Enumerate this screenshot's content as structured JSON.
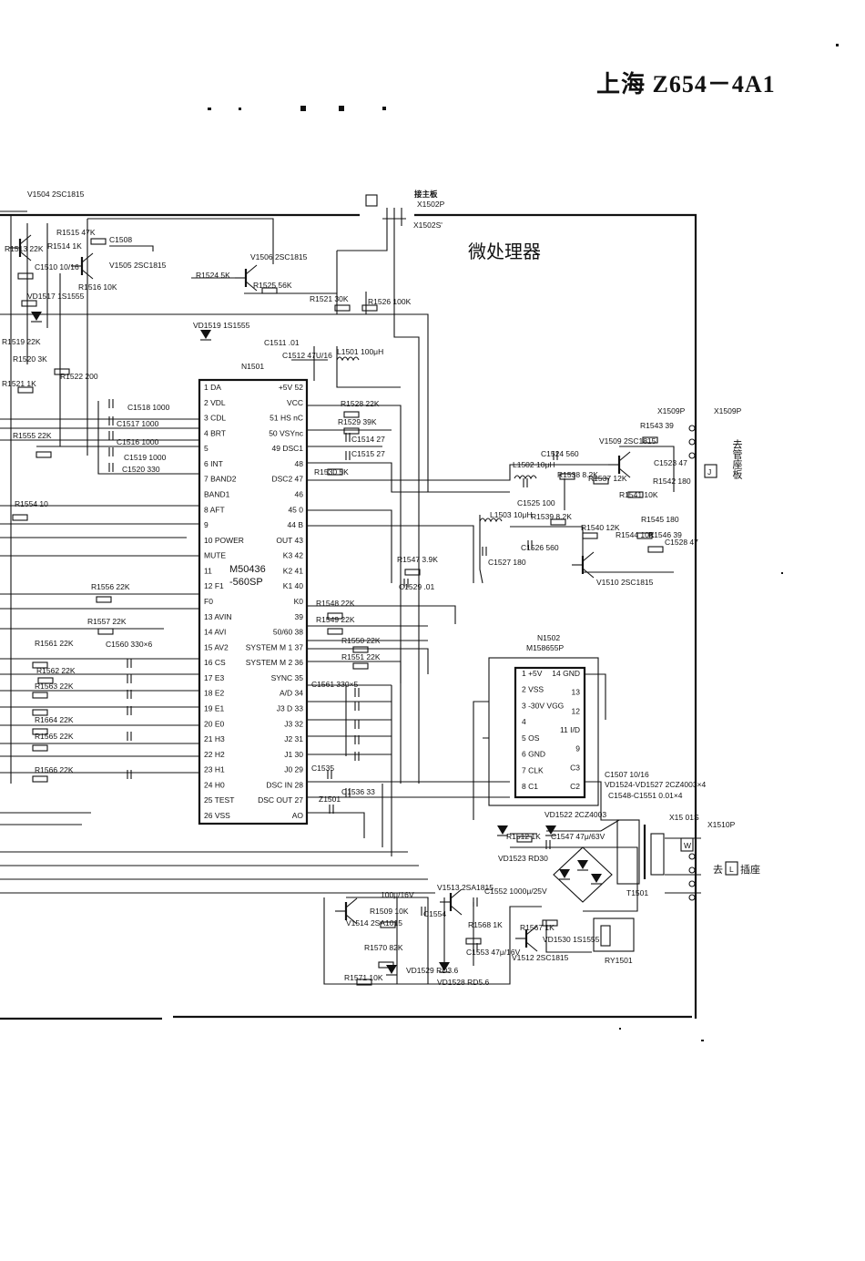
{
  "header": {
    "title": "上海 Z654－4A1"
  },
  "section_title": "微处理器",
  "labels": {
    "to_main_board": "接主板",
    "x1502p": "X1502P",
    "x1502s": "X1502S'",
    "to_crt_board": "去管座板",
    "to_plug": "去",
    "plug_suffix": "插座",
    "x1509p_a": "X1509P",
    "x1509p_b": "X1509P",
    "x1510p": "X1510P",
    "x1501s": "X15 01S"
  },
  "ic_main": {
    "name": "M50436",
    "suffix": "-560SP",
    "left_pins": [
      "1 DA",
      "2 VDL",
      "3 CDL",
      "4 BRT",
      "5",
      "6 INT",
      "7 BAND2",
      "BAND1",
      "8 AFT",
      "9",
      "10 POWER",
      "MUTE",
      "11",
      "12 F1",
      "F0",
      "13 AVIN",
      "14 AVI",
      "15 AV2",
      "16 CS",
      "17 E3",
      "18 E2",
      "19 E1",
      "20 E0",
      "21 H3",
      "22 H2",
      "23 H1",
      "24 H0",
      "25 TEST",
      "26 VSS"
    ],
    "right_pins": [
      "+5V 52",
      "VCC",
      "51 HS nC",
      "50 VSYnc",
      "49 DSC1",
      "48",
      "DSC2 47",
      "46",
      "45 0",
      "44 B",
      "OUT 43",
      "K3 42",
      "K2 41",
      "K1 40",
      "K0",
      "39",
      "50/60 38",
      "SYSTEM M 1 37",
      "SYSTEM M 2 36",
      "SYNC 35",
      "A/D 34",
      "J3 D 33",
      "J3 32",
      "J2 31",
      "J1 30",
      "J0 29",
      "DSC IN 28",
      "DSC OUT 27",
      "AO"
    ]
  },
  "ic_n1502": {
    "ref": "N1502",
    "name": "M158655P",
    "pins": [
      "1 +5V",
      "2 VSS",
      "3 -30V VGG",
      "4",
      "5 OS",
      "6 GND",
      "7 CLK",
      "8 C1",
      "14 GND",
      "13",
      "12",
      "11 I/D",
      "9",
      "C3",
      "C2"
    ]
  },
  "components": [
    "V1504 2SC1815",
    "R1515 47K",
    "C1508",
    "V1506 2SC1815",
    "R1514 1K",
    "R1513 22K",
    "C1510 10/16",
    "V1505 2SC1815",
    "R1516 10K",
    "R1524 5K",
    "R1525 56K",
    "VD1517 1S1555",
    "R1521 30K",
    "R1526 100K",
    "VD1519 1S1555",
    "C1511 .01",
    "C1512 47U/16",
    "L1501 100μH",
    "N1501",
    "R1519 22K",
    "R1520 3K",
    "R1522 200",
    "R1521 1K",
    "C1518 1000",
    "C1517 1000",
    "C1516 1000",
    "C1519 1000",
    "C1520 330",
    "R1555 22K",
    "R1554 10",
    "R1528 22K",
    "R1529 39K",
    "C1514 27",
    "C1515 27",
    "R1530 5K",
    "C1524 560",
    "V1509 2SC1815",
    "R1543 39",
    "L1502 10μH",
    "R1538 8.2K",
    "R1537 12K",
    "C1523 47",
    "R1541 10K",
    "R1542 180",
    "C1525 100",
    "L1503 10μH",
    "R1539 8.2K",
    "C1526 560",
    "R1540 12K",
    "R1544 10K",
    "R1545 180",
    "R1546 39",
    "C1528 47",
    "C1527 180",
    "R1547 3.9K",
    "C1529 .01",
    "V1510 2SC1815",
    "R1548 22K",
    "R1549 22K",
    "R1550 22K",
    "R1551 22K",
    "R1556 22K",
    "R1557 22K",
    "C1560 330×6",
    "R1561 22K",
    "R1562 22K",
    "R1563 22K",
    "R1664 22K",
    "R1565 22K",
    "R1566 22K",
    "C1561 330×5",
    "C1535",
    "C1536 33",
    "Z1501",
    "C1507 10/16",
    "VD1524-VD1527 2CZ4003×4",
    "C1548-C1551 0.01×4",
    "VD1522 2CZ4003",
    "R1512 1K",
    "C1547 47μ/63V",
    "VD1523 RD30",
    "T1501",
    "C1552 1000μ/25V",
    "V1513 2SA1815",
    "C1554",
    "R1568 1K",
    "C1553 47μ/16V",
    "V1512 2SC1815",
    "R1567 1K",
    "VD1530 1S1555",
    "RY1501",
    "R1509 10K",
    "V1514 2SA1015",
    "R1570 82K",
    "R1571 10K",
    "VD1529 RD3.6",
    "VD1528 RD5.6",
    "100μ/16V"
  ]
}
